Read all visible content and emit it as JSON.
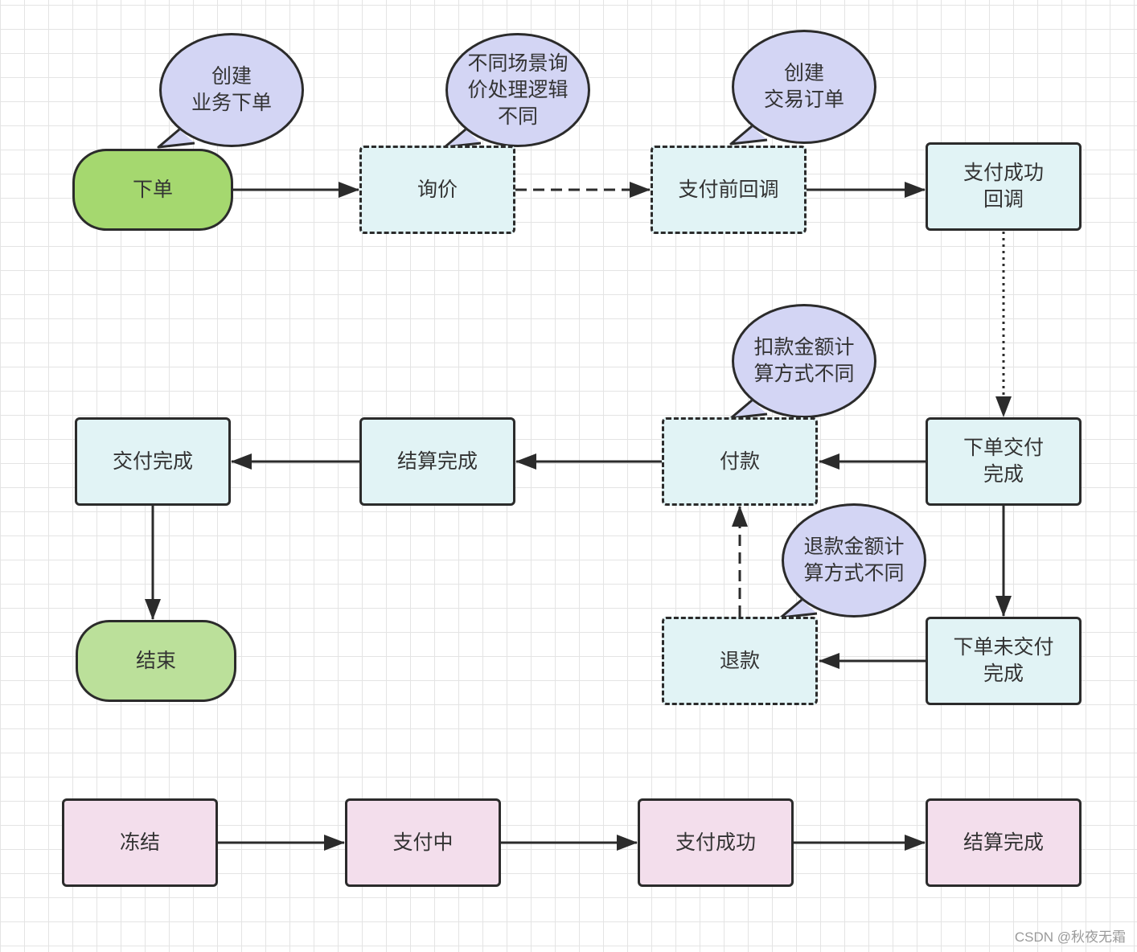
{
  "nodes": {
    "xiadan": "下单",
    "xunjia": "询价",
    "zhifu_qian_huidiao": "支付前回调",
    "zhifu_chenggong_huidiao": "支付成功\n回调",
    "xiadan_jiaofu_wancheng": "下单交付\n完成",
    "fukuan": "付款",
    "jiesuan_wancheng": "结算完成",
    "jiaofu_wancheng": "交付完成",
    "jieshu": "结束",
    "tuikuan": "退款",
    "xiadan_wei_jiaofu_wancheng": "下单未交付\n完成",
    "dongjie": "冻结",
    "zhifuzhong": "支付中",
    "zhifu_chenggong": "支付成功",
    "jiesuan_wancheng_2": "结算完成"
  },
  "callouts": {
    "chuangjian_yewu": "创建\n业务下单",
    "xunjia_note": "不同场景询\n价处理逻辑\n不同",
    "chuangjian_jiaoyi": "创建\n交易订单",
    "koukuan_note": "扣款金额计\n算方式不同",
    "tuikuan_note": "退款金额计\n算方式不同"
  },
  "colors": {
    "process_fill": "#e1f3f5",
    "start_fill": "#a5d86f",
    "end_fill": "#bbe09a",
    "status_fill": "#f3deec",
    "callout_fill": "#d3d5f4",
    "stroke": "#2b2b2b"
  },
  "watermark": "CSDN @秋夜无霜"
}
